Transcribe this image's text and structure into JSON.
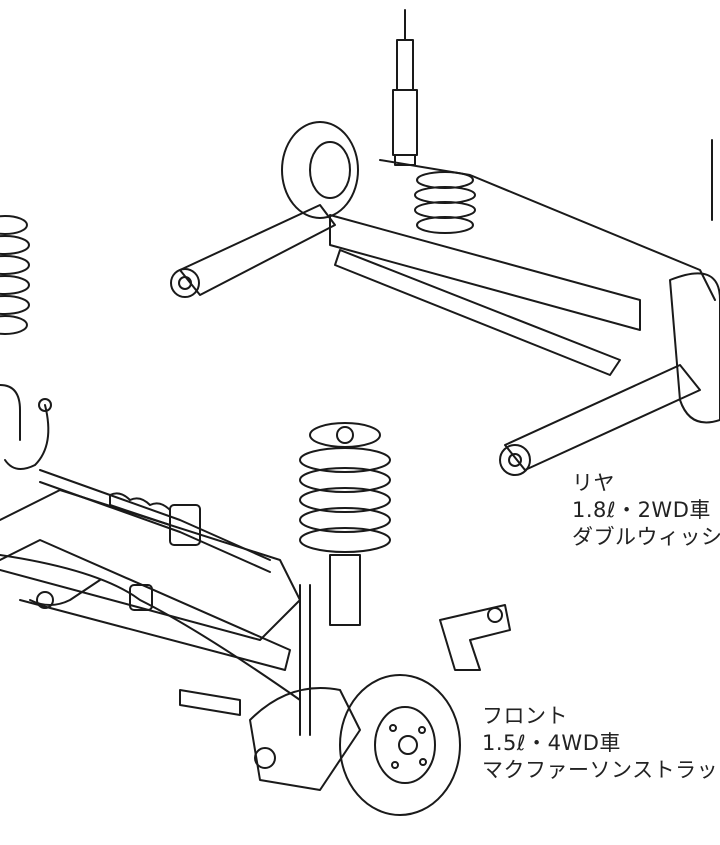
{
  "rear": {
    "title": "リヤ",
    "spec": "1.8ℓ・2WD車",
    "type": "ダブルウィッシ"
  },
  "front": {
    "title": "フロント",
    "spec": "1.5ℓ・4WD車",
    "type": "マクファーソンストラッ"
  },
  "colors": {
    "line": "#1a1a1a",
    "background": "#ffffff"
  }
}
